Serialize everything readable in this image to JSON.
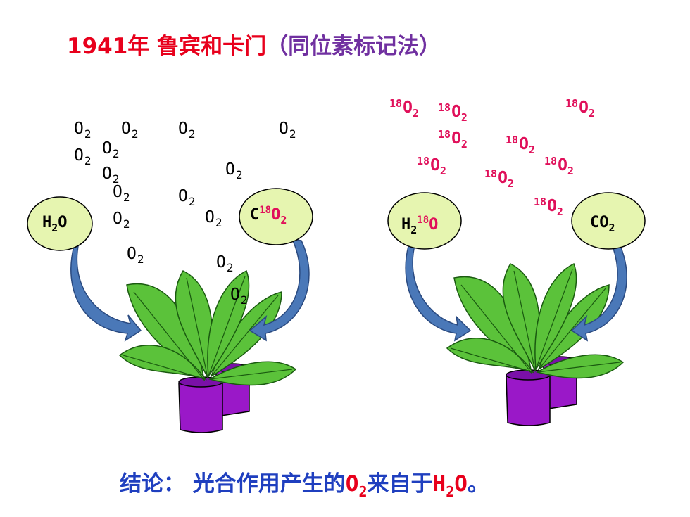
{
  "title": {
    "year": "1941年",
    "names": "鲁宾和卡门",
    "method": "（同位素标记法）"
  },
  "left_panel": {
    "o2_label": "O",
    "o2_sub": "2",
    "bubble_h2o": {
      "h": "H",
      "sub": "2",
      "o": "O"
    },
    "bubble_co2": {
      "c": "C",
      "sup": "18",
      "o": "O",
      "sub": "2"
    }
  },
  "right_panel": {
    "o18_sup": "18",
    "o18_o": "O",
    "o18_sub": "2",
    "bubble_h2o": {
      "h": "H",
      "sub": "2",
      "sup": "18",
      "o": "O"
    },
    "bubble_co2": {
      "c": "CO",
      "sub": "2"
    }
  },
  "conclusion": {
    "prefix": "结论：",
    "text1": "光合作用产生的",
    "o2_o": "O",
    "o2_sub": "2",
    "text2": "来自于",
    "h2o_h": "H",
    "h2o_sub": "2",
    "h2o_o": "O",
    "end": "。"
  },
  "colors": {
    "title_red": "#e8001c",
    "title_purple": "#7030a0",
    "isotope_pink": "#e0105a",
    "conclusion_blue": "#1f3fbf",
    "bubble_fill": "#e6f5b0",
    "arrow_blue": "#4a78b8",
    "pot_purple": "#9a18c8",
    "leaf_green": "#5bc23a"
  }
}
